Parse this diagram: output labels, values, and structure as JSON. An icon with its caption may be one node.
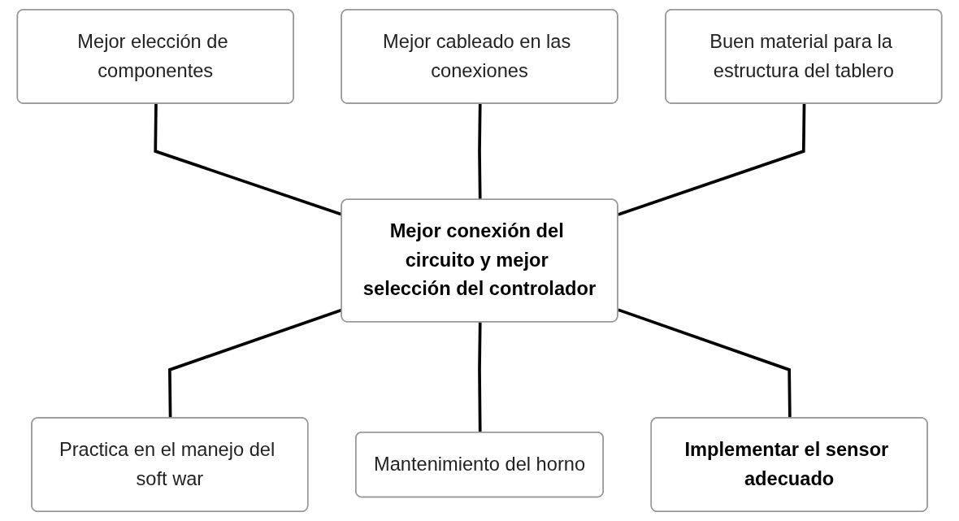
{
  "diagram": {
    "nodes": [
      {
        "text": [
          "Mejor elección de componentes"
        ]
      },
      {
        "text": [
          "Mejor cableado en las conexiones"
        ]
      },
      {
        "text": [
          "Buen material para la estructura del tablero"
        ]
      },
      {
        "text": [
          "Mejor conexión del circuito y mejor selección del controlador"
        ]
      },
      {
        "text": [
          "Practica en el manejo del soft war"
        ]
      },
      {
        "text": [
          "Mantenimiento del horno"
        ]
      },
      {
        "text": [
          "Implementar el sensor adecuado"
        ]
      }
    ],
    "edges": [
      {
        "from": 0,
        "to": 3,
        "arrow": "none"
      },
      {
        "from": 1,
        "to": 3,
        "arrow": "none"
      },
      {
        "from": 2,
        "to": 3,
        "arrow": "none"
      },
      {
        "from": 3,
        "to": 4,
        "arrow": "none"
      },
      {
        "from": 3,
        "to": 5,
        "arrow": "none"
      },
      {
        "from": 3,
        "to": 6,
        "arrow": "none"
      }
    ]
  }
}
